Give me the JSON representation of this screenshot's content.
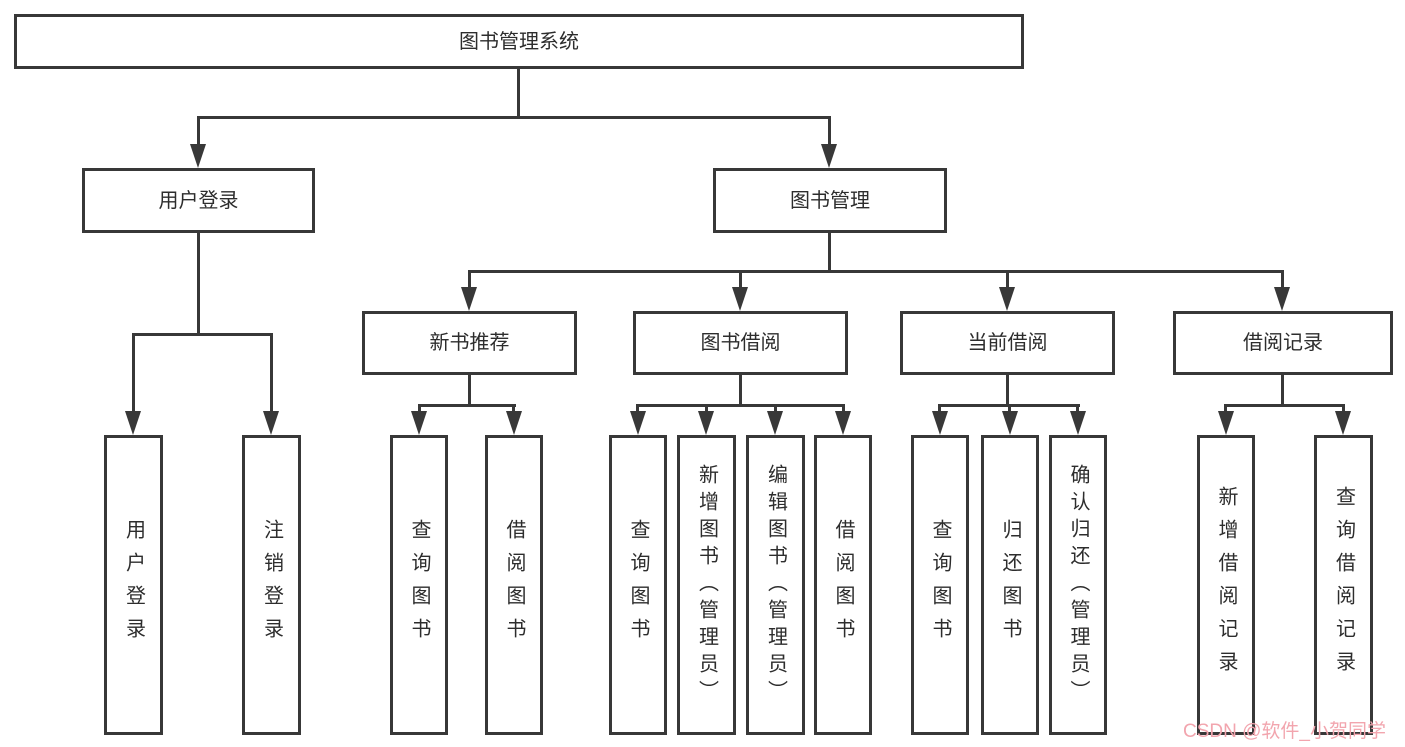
{
  "diagram": {
    "type": "hierarchy-tree",
    "colors": {
      "line": "#383838",
      "box_border": "#383838",
      "text": "#2d2d2d",
      "watermark": "#f2a5ae",
      "background": "#ffffff"
    },
    "tree": {
      "label": "图书管理系统",
      "children": [
        {
          "label": "用户登录",
          "children": [
            {
              "label": "用户登录"
            },
            {
              "label": "注销登录"
            }
          ]
        },
        {
          "label": "图书管理",
          "children": [
            {
              "label": "新书推荐",
              "children": [
                {
                  "label": "查询图书"
                },
                {
                  "label": "借阅图书"
                }
              ]
            },
            {
              "label": "图书借阅",
              "children": [
                {
                  "label": "查询图书"
                },
                {
                  "label": "新增图书（管理员）"
                },
                {
                  "label": "编辑图书（管理员）"
                },
                {
                  "label": "借阅图书"
                }
              ]
            },
            {
              "label": "当前借阅",
              "children": [
                {
                  "label": "查询图书"
                },
                {
                  "label": "归还图书"
                },
                {
                  "label": "确认归还（管理员）"
                }
              ]
            },
            {
              "label": "借阅记录",
              "children": [
                {
                  "label": "新增借阅记录"
                },
                {
                  "label": "查询借阅记录"
                }
              ]
            }
          ]
        }
      ]
    },
    "watermark": {
      "text": "CSDN @软件_小贺同学"
    }
  }
}
